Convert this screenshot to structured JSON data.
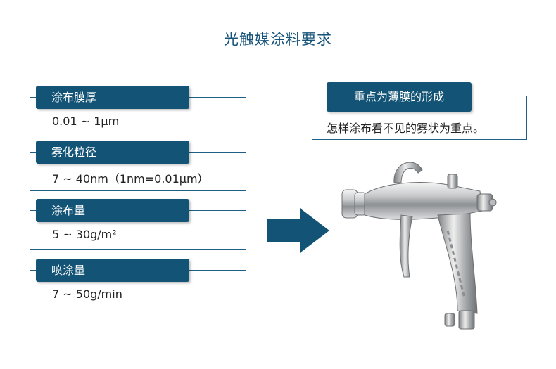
{
  "title": "光触媒涂料要求",
  "specs": [
    {
      "label": "涂布膜厚",
      "value": "0.01 ~ 1μm"
    },
    {
      "label": "雾化粒径",
      "value": "7 ~ 40nm（1nm=0.01μm）"
    },
    {
      "label": "涂布量",
      "value": "5 ~ 30g/m²"
    },
    {
      "label": "喷涂量",
      "value": "7 ~ 50g/min"
    }
  ],
  "focus": {
    "label": "重点为薄膜的形成",
    "text": "怎样涂布看不见的雾状为重点。"
  },
  "icons": {
    "arrow": "arrow-right-icon",
    "image": "spray-gun-image"
  },
  "colors": {
    "accent": "#135476",
    "title": "#14527a",
    "border": "#1f5f86"
  }
}
